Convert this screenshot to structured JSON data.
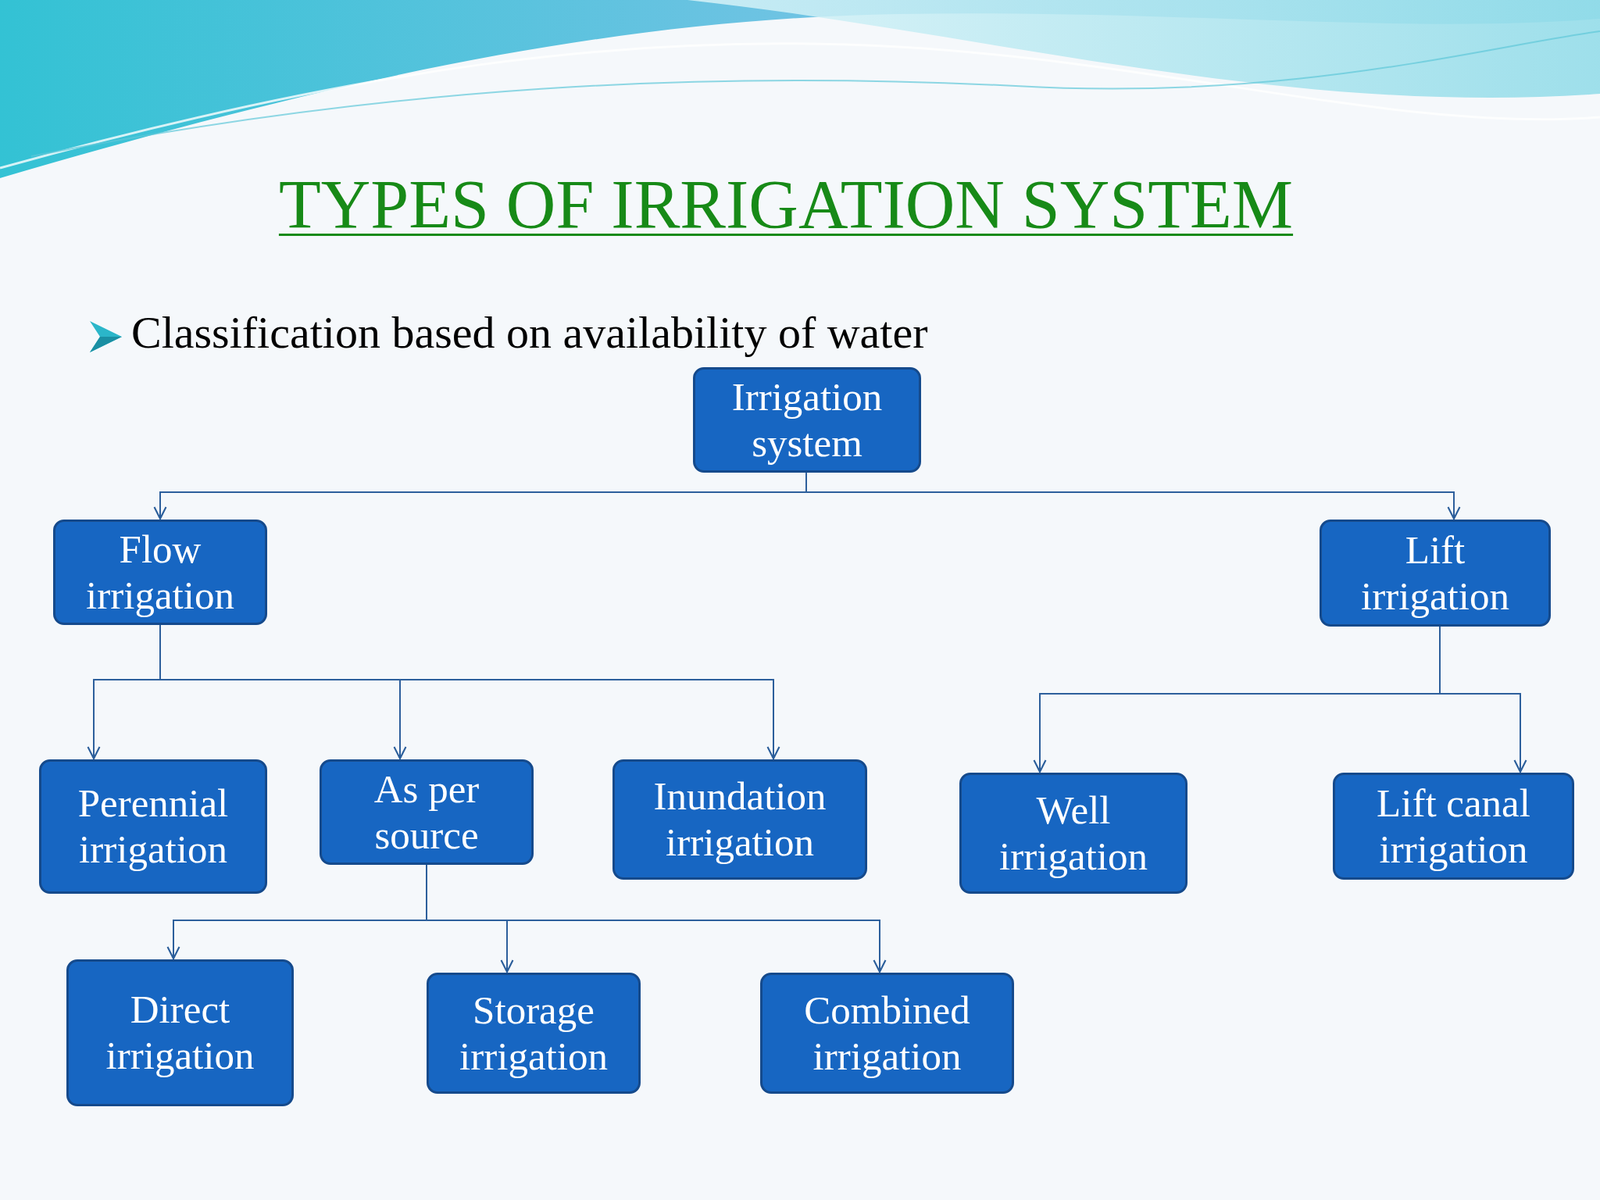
{
  "diagram": {
    "title": "TYPES OF IRRIGATION SYSTEM",
    "nodes": [
      {
        "text": [
          "Irrigation system"
        ]
      },
      {
        "text": [
          "Flow irrigation"
        ]
      },
      {
        "text": [
          "Lift irrigation"
        ]
      },
      {
        "text": [
          "Perennial irrigation"
        ]
      },
      {
        "text": [
          "As per source"
        ]
      },
      {
        "text": [
          "Inundation irrigation"
        ]
      },
      {
        "text": [
          "Well irrigation"
        ]
      },
      {
        "text": [
          "Lift canal irrigation"
        ]
      },
      {
        "text": [
          "Direct irrigation"
        ]
      },
      {
        "text": [
          "Storage irrigation"
        ]
      },
      {
        "text": [
          "Combined irrigation"
        ]
      }
    ],
    "edges": [
      {
        "from": 0,
        "to": 1,
        "arrow": "to"
      },
      {
        "from": 0,
        "to": 2,
        "arrow": "to"
      },
      {
        "from": 1,
        "to": 3,
        "arrow": "to"
      },
      {
        "from": 1,
        "to": 4,
        "arrow": "to"
      },
      {
        "from": 1,
        "to": 5,
        "arrow": "to"
      },
      {
        "from": 2,
        "to": 6,
        "arrow": "to"
      },
      {
        "from": 2,
        "to": 7,
        "arrow": "to"
      },
      {
        "from": 4,
        "to": 8,
        "arrow": "to"
      },
      {
        "from": 4,
        "to": 9,
        "arrow": "to"
      },
      {
        "from": 4,
        "to": 10,
        "arrow": "to"
      }
    ],
    "labels": [
      "Classification based on availability of water"
    ]
  }
}
